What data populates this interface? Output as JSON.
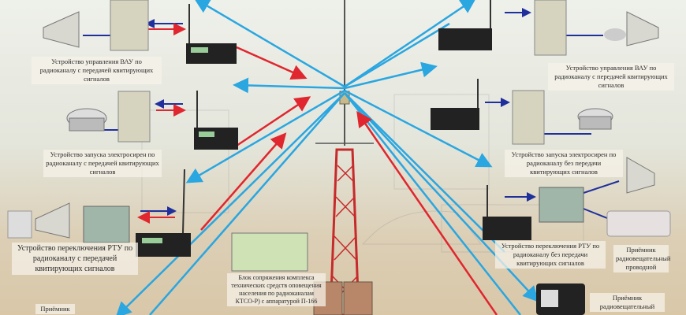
{
  "labels": {
    "left_vau": "Устройство управления ВАУ по радиоканалу с передачей квитирующих сигналов",
    "left_siren": "Устройство запуска электросирен по радиоканалу с передачей квитирующих сигналов",
    "left_rtu": "Устройство переключения РТУ по радиоканалу с передачей квитирующих сигналов",
    "left_receiver": "Приёмник",
    "right_vau": "Устройство управления ВАУ по радиоканалу с передачей квитирующих сигналов",
    "right_siren": "Устройство запуска электросирен по радиоканалу без передачи квитирующих сигналов",
    "right_rtu": "Устройство переключения РТУ по радиоканалу без передачи квитирующих сигналов",
    "wired_receiver": "Приёмник радиовещательный проводной",
    "broadcast_receiver": "Приёмник радиовещательный",
    "interface_block": "Блок сопряжения комплекса технических средств оповещения населения по радиоканалам КТСО-Р) с аппаратурой П-166"
  },
  "colors": {
    "signal_out": "#2aa6e0",
    "signal_in": "#e0262e",
    "link_local": "#1f2f9c"
  }
}
